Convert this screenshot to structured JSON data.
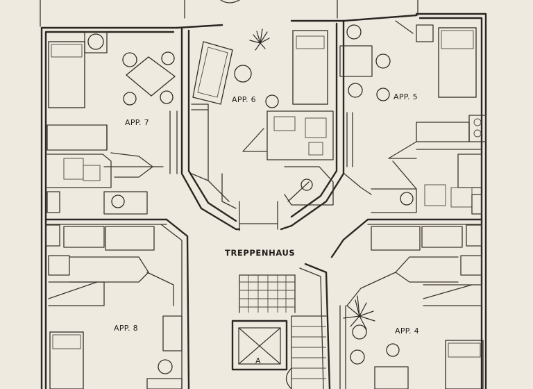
{
  "plan": {
    "rooms": {
      "app7": "APP. 7",
      "app6": "APP. 6",
      "app5": "APP. 5",
      "app8": "APP. 8",
      "app4": "APP. 4",
      "stair": "TREPPENHAUS"
    },
    "elevator_mark": "A",
    "paper_color": "#efeae0",
    "ink_color": "#2a2622"
  }
}
